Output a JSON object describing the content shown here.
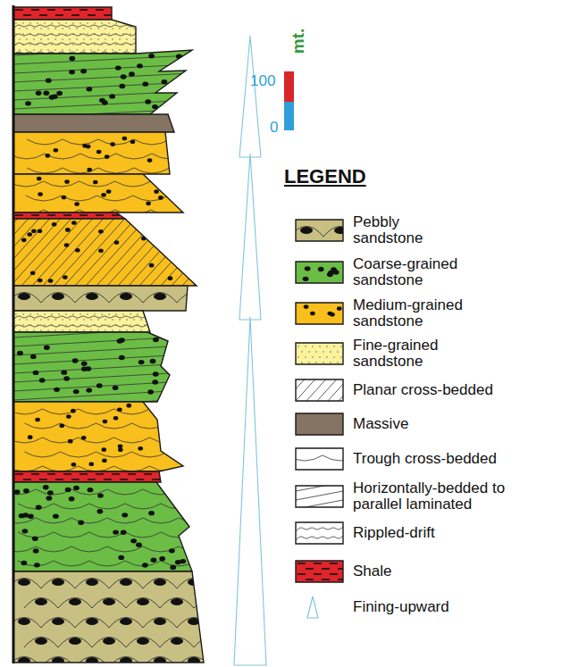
{
  "diagram": {
    "labels": [
      "mt.",
      "100",
      "0",
      "LEGEND"
    ],
    "legend": [
      {
        "text": "Pebbly sandstone",
        "color": "#c8c083"
      },
      {
        "text": "Coarse-grained sandstone",
        "color": "#6bbd46"
      },
      {
        "text": "Medium-grained sandstone",
        "color": "#f8bf1d"
      },
      {
        "text": "Fine-grained sandstone",
        "color": "#fbf29c"
      },
      {
        "text": "Planar cross-bedded"
      },
      {
        "text": "Massive",
        "color": "#857463"
      },
      {
        "text": "Trough cross-bedded"
      },
      {
        "text": "Horizontally-bedded to parallel laminated"
      },
      {
        "text": "Rippled-drift"
      },
      {
        "text": "Shale",
        "color": "#e0242a"
      },
      {
        "text": "Fining-upward"
      }
    ]
  }
}
